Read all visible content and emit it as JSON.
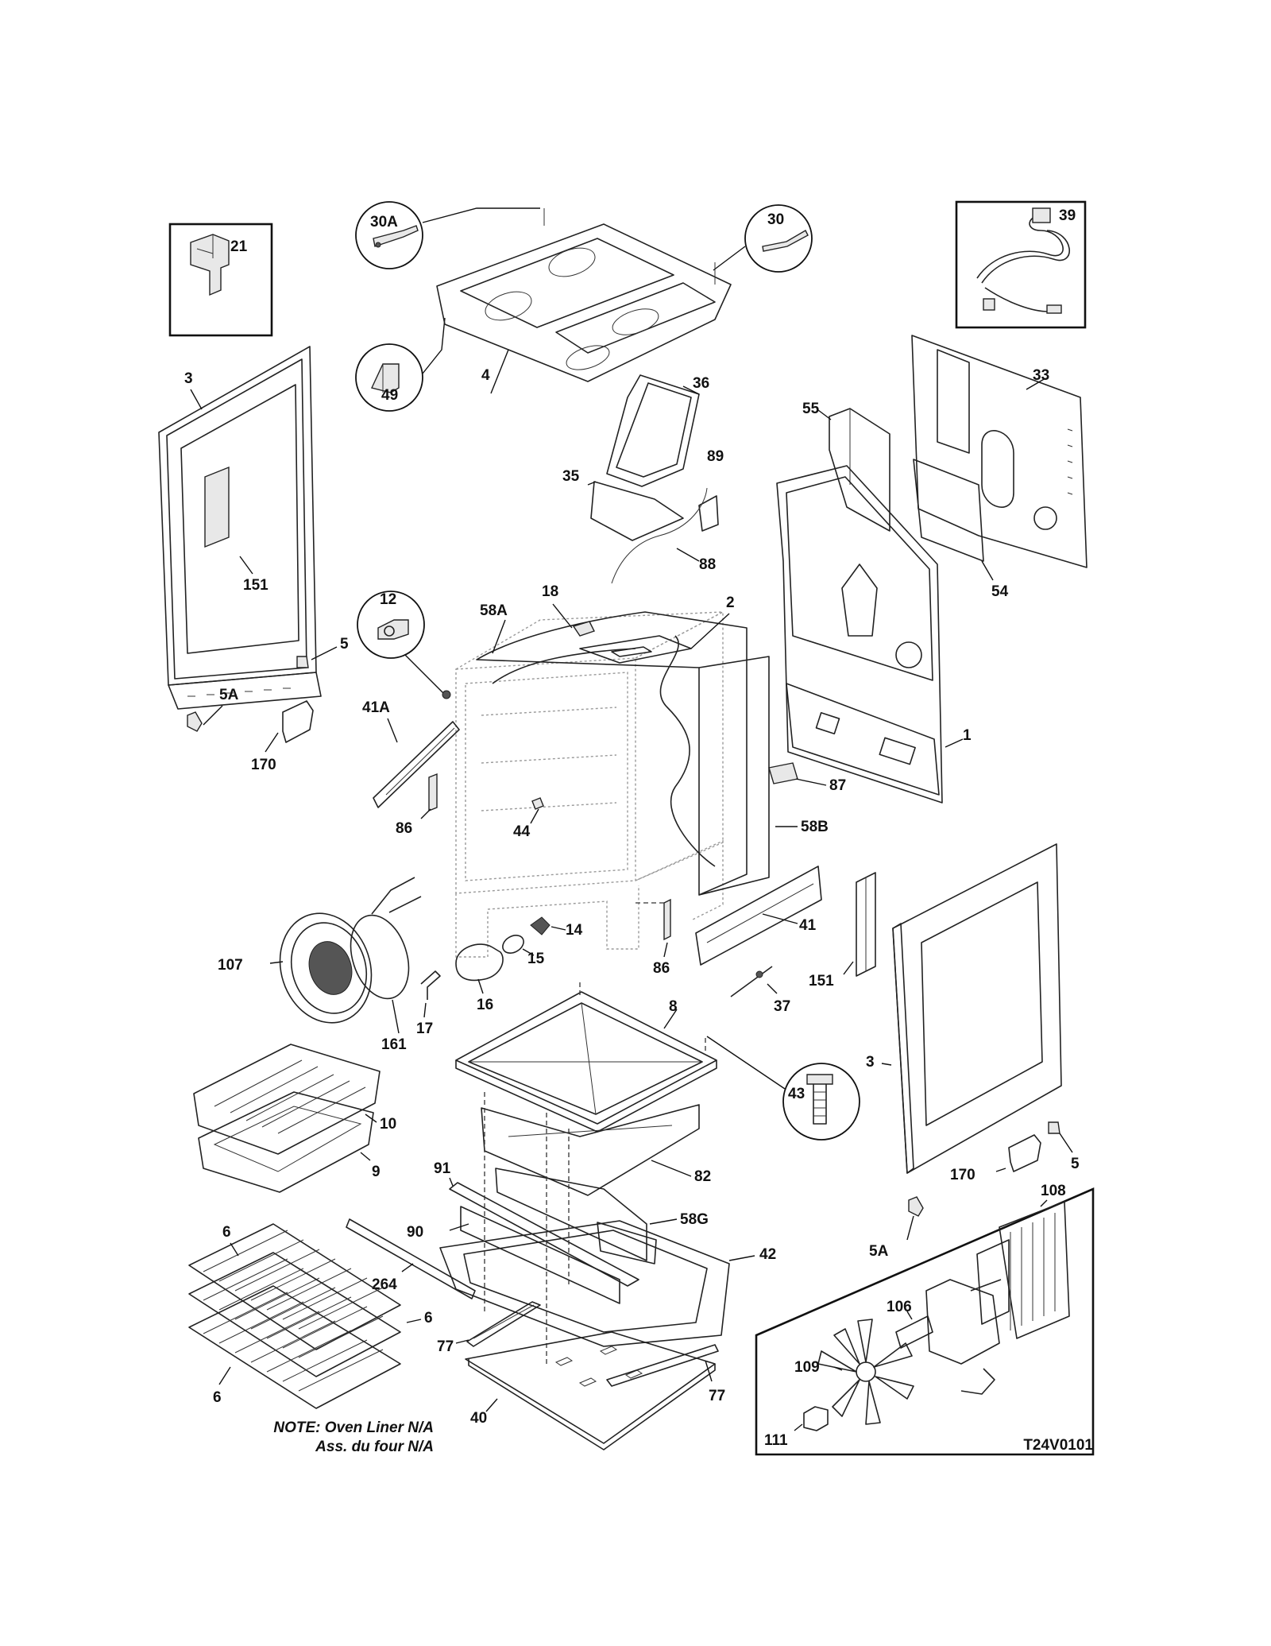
{
  "callouts": {
    "c30A": "30A",
    "c30": "30",
    "c39": "39",
    "c21": "21",
    "c49": "49",
    "c4": "4",
    "c3_left": "3",
    "c36": "36",
    "c33": "33",
    "c55": "55",
    "c35": "35",
    "c89": "89",
    "c88": "88",
    "c54": "54",
    "c151_left": "151",
    "c12": "12",
    "c18": "18",
    "c58A": "58A",
    "c2": "2",
    "c5_left": "5",
    "c5A_left": "5A",
    "c170_left": "170",
    "c41A": "41A",
    "c1": "1",
    "c87": "87",
    "c86_left": "86",
    "c44": "44",
    "c58B": "58B",
    "c14": "14",
    "c41": "41",
    "c107": "107",
    "c15": "15",
    "c86_right": "86",
    "c151_right": "151",
    "c16": "16",
    "c161": "161",
    "c17": "17",
    "c37": "37",
    "c8": "8",
    "c3_right": "3",
    "c43": "43",
    "c10": "10",
    "c91": "91",
    "c82": "82",
    "c9": "9",
    "c5_right": "5",
    "c170_right": "170",
    "c58G": "58G",
    "c90": "90",
    "c42": "42",
    "c108": "108",
    "c5A_right": "5A",
    "c6_top": "6",
    "c264": "264",
    "c6_mid": "6",
    "c106": "106",
    "c77_left": "77",
    "c109": "109",
    "c6_bottom": "6",
    "c40": "40",
    "c77_right": "77",
    "c111": "111"
  },
  "note": {
    "line1": "NOTE: Oven Liner N/A",
    "line2": "Ass. du four N/A"
  },
  "diagram_code": "T24V0101"
}
